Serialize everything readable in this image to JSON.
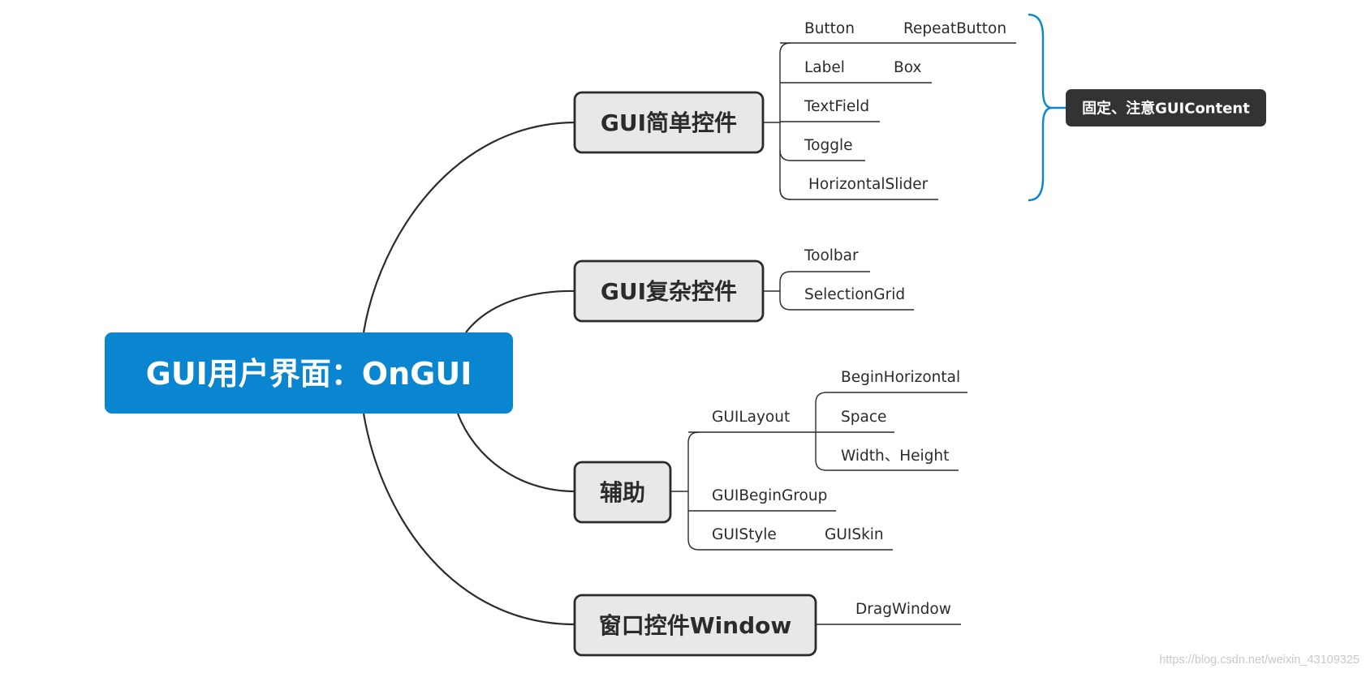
{
  "root": {
    "label": "GUI用户界面：OnGUI"
  },
  "branches": [
    {
      "label": "GUI简单控件",
      "items": [
        {
          "label": "Button"
        },
        {
          "label": "RepeatButton"
        },
        {
          "label": "Label"
        },
        {
          "label": "Box"
        },
        {
          "label": "TextField"
        },
        {
          "label": "Toggle"
        },
        {
          "label": "HorizontalSlider"
        }
      ],
      "note": "固定、注意GUIContent"
    },
    {
      "label": "GUI复杂控件",
      "items": [
        {
          "label": "Toolbar"
        },
        {
          "label": "SelectionGrid"
        }
      ]
    },
    {
      "label": "辅助",
      "items": [
        {
          "label": "GUILayout"
        },
        {
          "label": "BeginHorizontal"
        },
        {
          "label": "Space"
        },
        {
          "label": "Width、Height"
        },
        {
          "label": "GUIBeginGroup"
        },
        {
          "label": "GUIStyle"
        },
        {
          "label": "GUISkin"
        }
      ]
    },
    {
      "label": "窗口控件Window",
      "items": [
        {
          "label": "DragWindow"
        }
      ]
    }
  ],
  "watermark": "https://blog.csdn.net/weixin_43109325",
  "colors": {
    "root_fill": "#0a86d0",
    "branch_fill": "#e8e8e8",
    "line": "#2b2b2b",
    "brace": "#0a86d0",
    "note_fill": "#333333"
  }
}
